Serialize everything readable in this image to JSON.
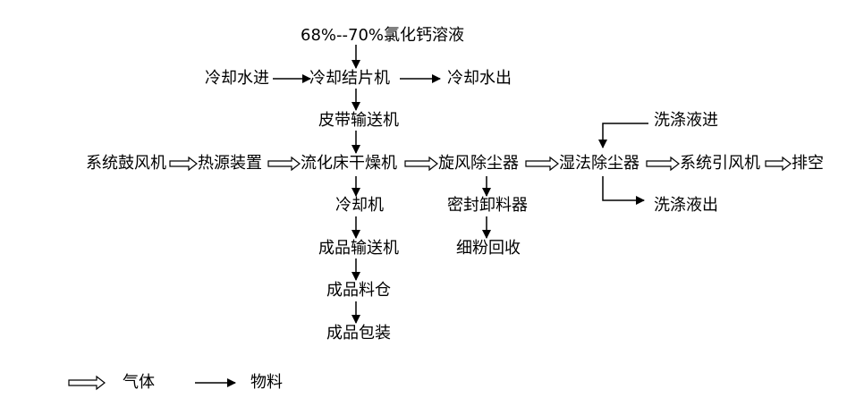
{
  "nodes": {
    "feed": "68%--70%氯化钙溶液",
    "cooling_water_in": "冷却水进",
    "flaker": "冷却结片机",
    "cooling_water_out": "冷却水出",
    "belt_conveyor": "皮带输送机",
    "blower": "系统鼓风机",
    "heat_source": "热源装置",
    "fluid_bed_dryer": "流化床干燥机",
    "cyclone": "旋风除尘器",
    "wet_scrubber": "湿法除尘器",
    "induced_fan": "系统引风机",
    "vent": "排空",
    "cooler": "冷却机",
    "rotary_valve": "密封卸料器",
    "fines_recovery": "细粉回收",
    "wash_in": "洗涤液进",
    "wash_out": "洗涤液出",
    "product_conveyor": "成品输送机",
    "product_silo": "成品料仓",
    "product_packing": "成品包装"
  },
  "legend": {
    "gas": "气体",
    "material": "物料"
  }
}
